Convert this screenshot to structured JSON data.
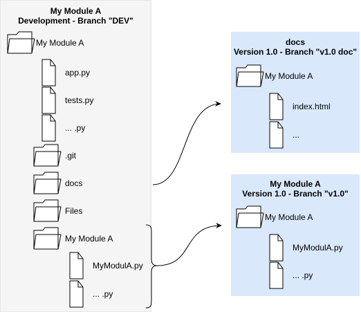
{
  "dev": {
    "title_line1": "My Module A",
    "title_line2": "Development - Branch \"DEV\"",
    "root": "My Module A",
    "files": [
      "app.py",
      "tests.py",
      "... .py"
    ],
    "git": ".git",
    "docs": "docs",
    "files_folder": "Files",
    "subfolder": "My Module A",
    "sub_files": [
      "MyModulA.py",
      "... .py"
    ]
  },
  "docs_branch": {
    "title_line1": "docs",
    "title_line2": "Version 1.0 - Branch \"v1.0 doc\"",
    "root": "My Module A",
    "files": [
      "index.html",
      "..."
    ]
  },
  "v10_branch": {
    "title_line1": "My Module A",
    "title_line2": "Version 1.0 - Branch \"v1.0\"",
    "root": "My Module A",
    "files": [
      "MyModulA.py",
      "... .py"
    ]
  },
  "colors": {
    "dev_panel": "#f5f5f5",
    "branch_panel": "#dae8fc",
    "stroke": "#000000"
  },
  "icons": {
    "folder": "folder-icon",
    "file": "file-icon"
  }
}
